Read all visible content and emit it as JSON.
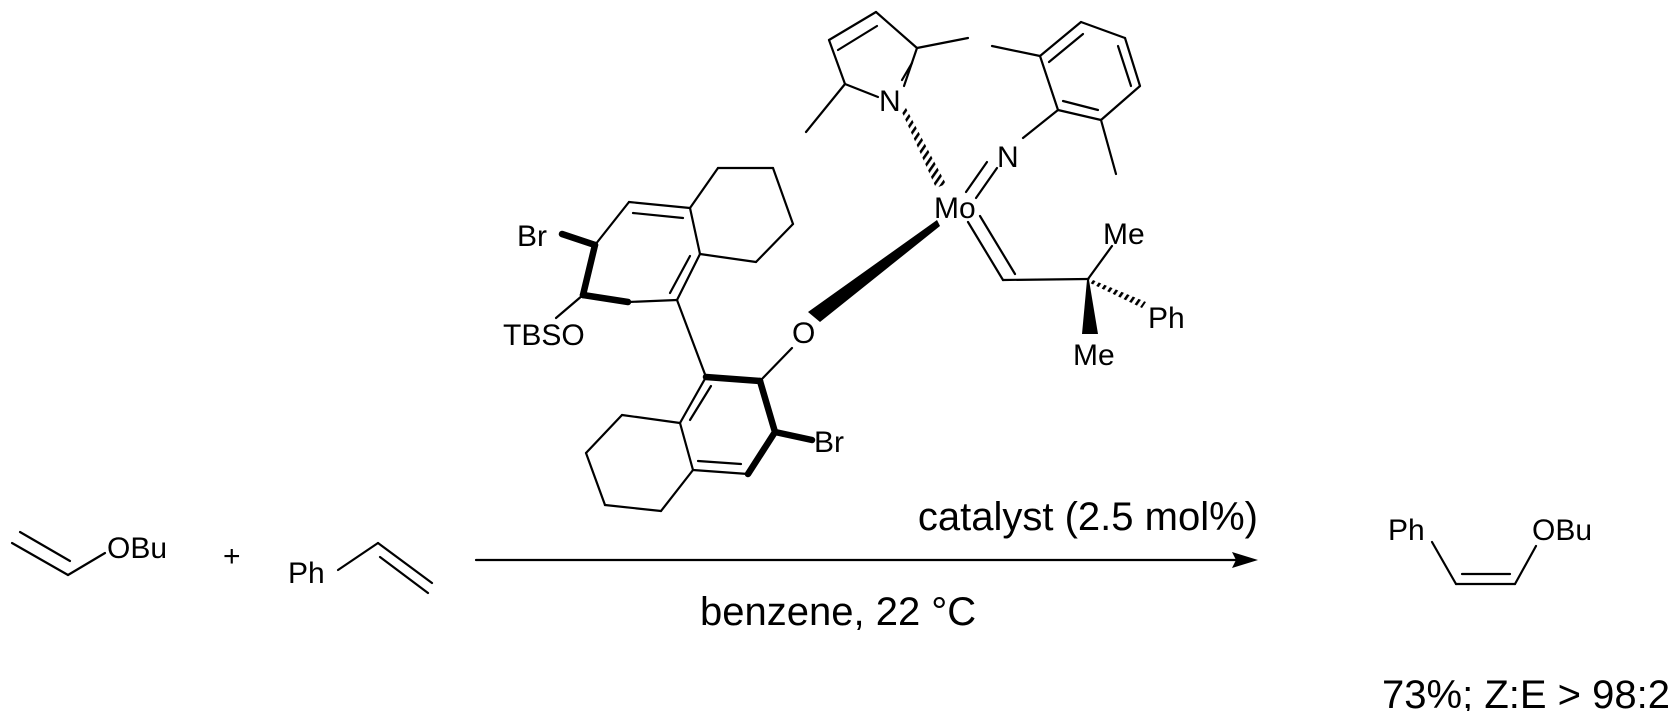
{
  "reactant1": {
    "group": "OBu"
  },
  "plus": "+",
  "reactant2": {
    "group": "Ph"
  },
  "catalyst": {
    "atoms": {
      "metal": "Mo",
      "pyrrole_n": "N",
      "imido_n": "N",
      "oxygen": "O",
      "br_top": "Br",
      "br_bottom": "Br",
      "tbso": "TBSO",
      "me_top": "Me",
      "me_bottom": "Me",
      "ph": "Ph"
    }
  },
  "conditions": {
    "above": "catalyst (2.5 mol%)",
    "below": "benzene, 22 °C"
  },
  "product": {
    "group_left": "Ph",
    "group_right": "OBu"
  },
  "yield": "73%; Z:E > 98:2",
  "colors": {
    "ink": "#000000",
    "background": "#ffffff"
  }
}
